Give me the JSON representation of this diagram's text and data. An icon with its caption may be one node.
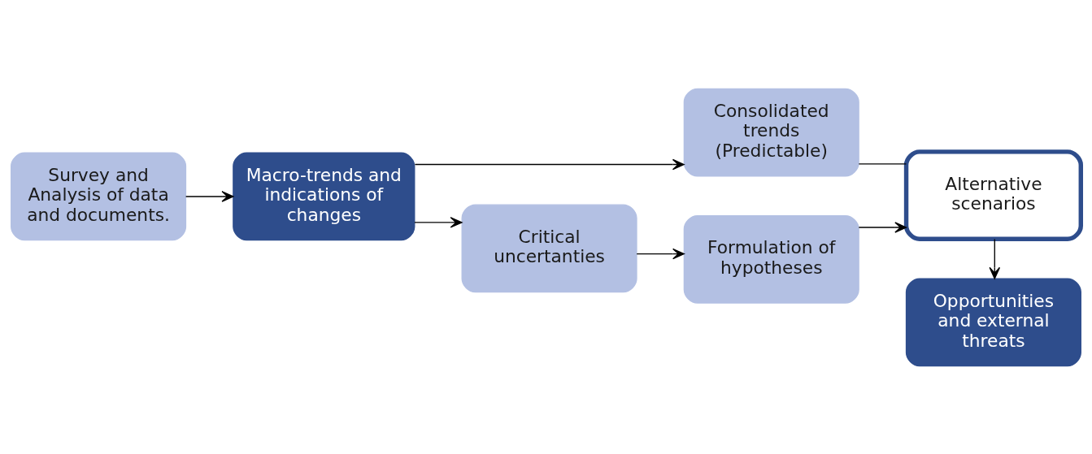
{
  "diagram": {
    "nodes": [
      {
        "text": [
          "Survey and Analysis of data and documents."
        ]
      },
      {
        "text": [
          "Macro-trends and indications of changes"
        ]
      },
      {
        "text": [
          "Consolidated trends (Predictable)"
        ]
      },
      {
        "text": [
          "Critical uncertanties"
        ]
      },
      {
        "text": [
          "Formulation of hypotheses"
        ]
      },
      {
        "text": [
          "Alternative scenarios"
        ]
      },
      {
        "text": [
          "Opportunities and external threats"
        ]
      }
    ],
    "edges": [
      {
        "from": 0,
        "to": 1,
        "arrow": "to"
      },
      {
        "from": 1,
        "to": 2,
        "arrow": "to"
      },
      {
        "from": 1,
        "to": 3,
        "arrow": "to"
      },
      {
        "from": 3,
        "to": 4,
        "arrow": "to"
      },
      {
        "from": 4,
        "to": 5,
        "arrow": "to"
      },
      {
        "from": 2,
        "to": 5,
        "arrow": "none"
      },
      {
        "from": 5,
        "to": 6,
        "arrow": "to"
      }
    ]
  }
}
